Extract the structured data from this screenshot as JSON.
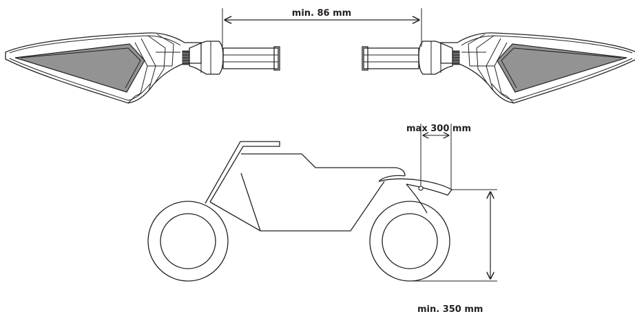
{
  "dimensions": {
    "spacing_label": "min. 86 mm",
    "offset_label": "max 300 mm",
    "height_label": "min. 350 mm"
  },
  "colors": {
    "line": "#231f20",
    "lens": "#939393",
    "background": "#ffffff"
  }
}
